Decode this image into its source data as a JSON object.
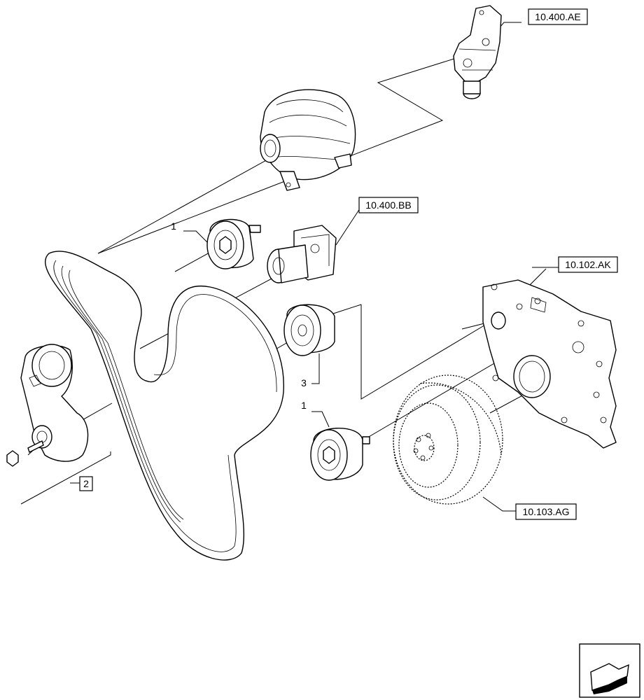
{
  "references": {
    "ae": "10.400.AE",
    "bb": "10.400.BB",
    "ak": "10.102.AK",
    "ag": "10.103.AG"
  },
  "callouts": {
    "idler_upper": "1",
    "idler_lower": "1",
    "pulley_mid": "3",
    "tensioner": "2"
  },
  "icons": [
    "pointer-hand-icon"
  ]
}
